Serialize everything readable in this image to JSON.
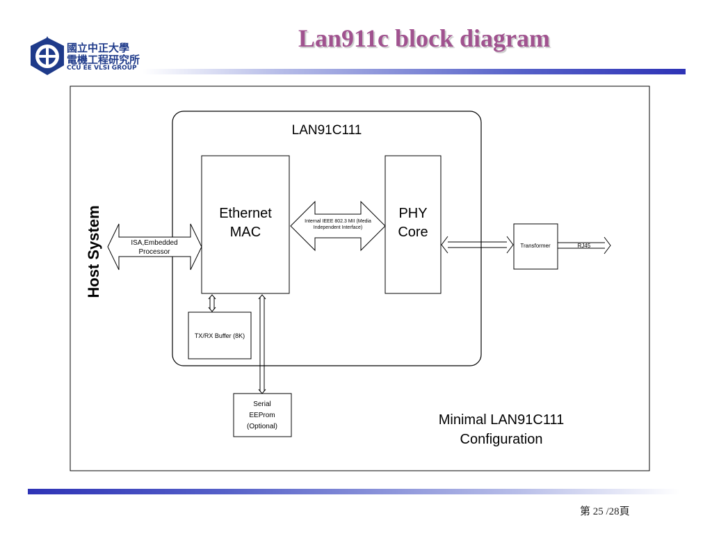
{
  "header": {
    "logo": {
      "line1": "國立中正大學",
      "line2": "電機工程研究所",
      "line3": "CCU EE VLSI GROUP"
    },
    "title": "Lan911c block diagram"
  },
  "diagram": {
    "host_system": "Host System",
    "isa_label_line1": "ISA,Embedded",
    "isa_label_line2": "Processor",
    "chip_label": "LAN91C111",
    "mac_label_line1": "Ethernet",
    "mac_label_line2": "MAC",
    "mii_label_line1": "Internal IEEE 802.3 MII (Media",
    "mii_label_line2": "Independent Interface)",
    "phy_label_line1": "PHY",
    "phy_label_line2": "Core",
    "buffer_label": "TX/RX Buffer (8K)",
    "eeprom_line1": "Serial",
    "eeprom_line2": "EEProm",
    "eeprom_line3": "(Optional)",
    "transformer_label": "Transformer",
    "rj45_label": "RJ45",
    "caption_line1": "Minimal LAN91C111",
    "caption_line2": "Configuration"
  },
  "footer": {
    "page": "第 25 /28頁"
  }
}
